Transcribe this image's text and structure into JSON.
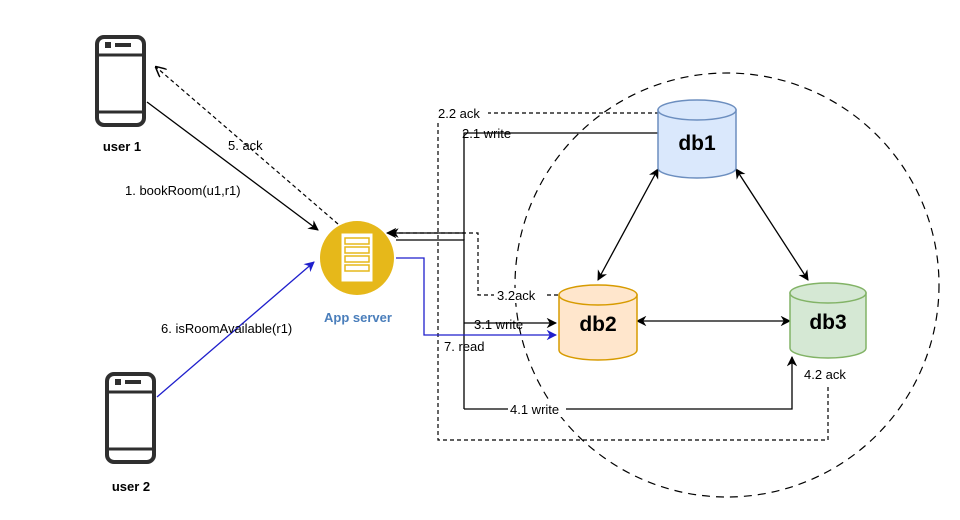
{
  "nodes": {
    "user1": {
      "label": "user 1"
    },
    "user2": {
      "label": "user 2"
    },
    "app_server": {
      "label": "App server",
      "label_color": "#4A7EBB",
      "fill": "#E6B81A"
    },
    "db1": {
      "label": "db1",
      "fill": "#DAE8FC",
      "stroke": "#6C8EBF"
    },
    "db2": {
      "label": "db2",
      "fill": "#FFE6CC",
      "stroke": "#D79B00"
    },
    "db3": {
      "label": "db3",
      "fill": "#D5E8D4",
      "stroke": "#82B366"
    }
  },
  "edge_labels": {
    "book_room": "1. bookRoom(u1,r1)",
    "ack5": "5. ack",
    "is_room_available": "6. isRoomAvailable(r1)",
    "ack22": "2.2 ack",
    "write21": "2.1 write",
    "ack32": "3.2ack",
    "write31": "3.1 write",
    "read7": "7. read",
    "write41": "4.1 write",
    "ack42": "4.2 ack"
  },
  "colors": {
    "read_path": "#1F1FCC",
    "default_line": "#000000"
  },
  "icons": {
    "user1": "mobile-phone-icon",
    "user2": "mobile-phone-icon",
    "app_server": "server-icon"
  }
}
